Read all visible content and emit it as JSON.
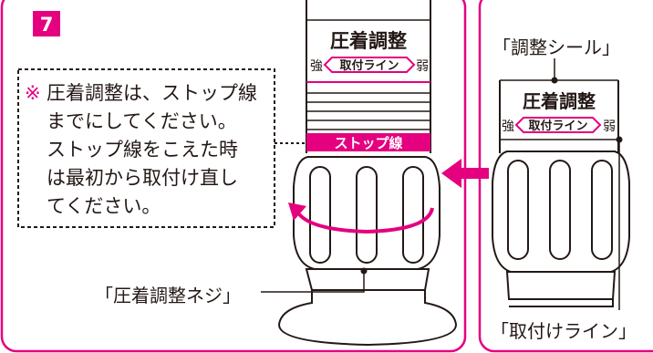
{
  "step_number": "7",
  "note": {
    "mark": "※",
    "lines": [
      "圧着調整は、ストップ線",
      "までにしてください。",
      "ストップ線をこえた時",
      "は最初から取付け直し",
      "てください。"
    ]
  },
  "seal_left": {
    "title": "圧着調整",
    "strong": "強",
    "line": "取付ライン",
    "weak": "弱",
    "stop_line": "ストップ線"
  },
  "seal_right": {
    "title": "圧着調整",
    "strong": "強",
    "line": "取付ライン",
    "weak": "弱"
  },
  "callouts": {
    "adjust_screw": "「圧着調整ネジ」",
    "adjust_seal": "「調整シール」",
    "mount_line": "「取付けライン」"
  },
  "colors": {
    "accent": "#E4007F",
    "ink": "#231815",
    "background": "#FFFFFF"
  }
}
